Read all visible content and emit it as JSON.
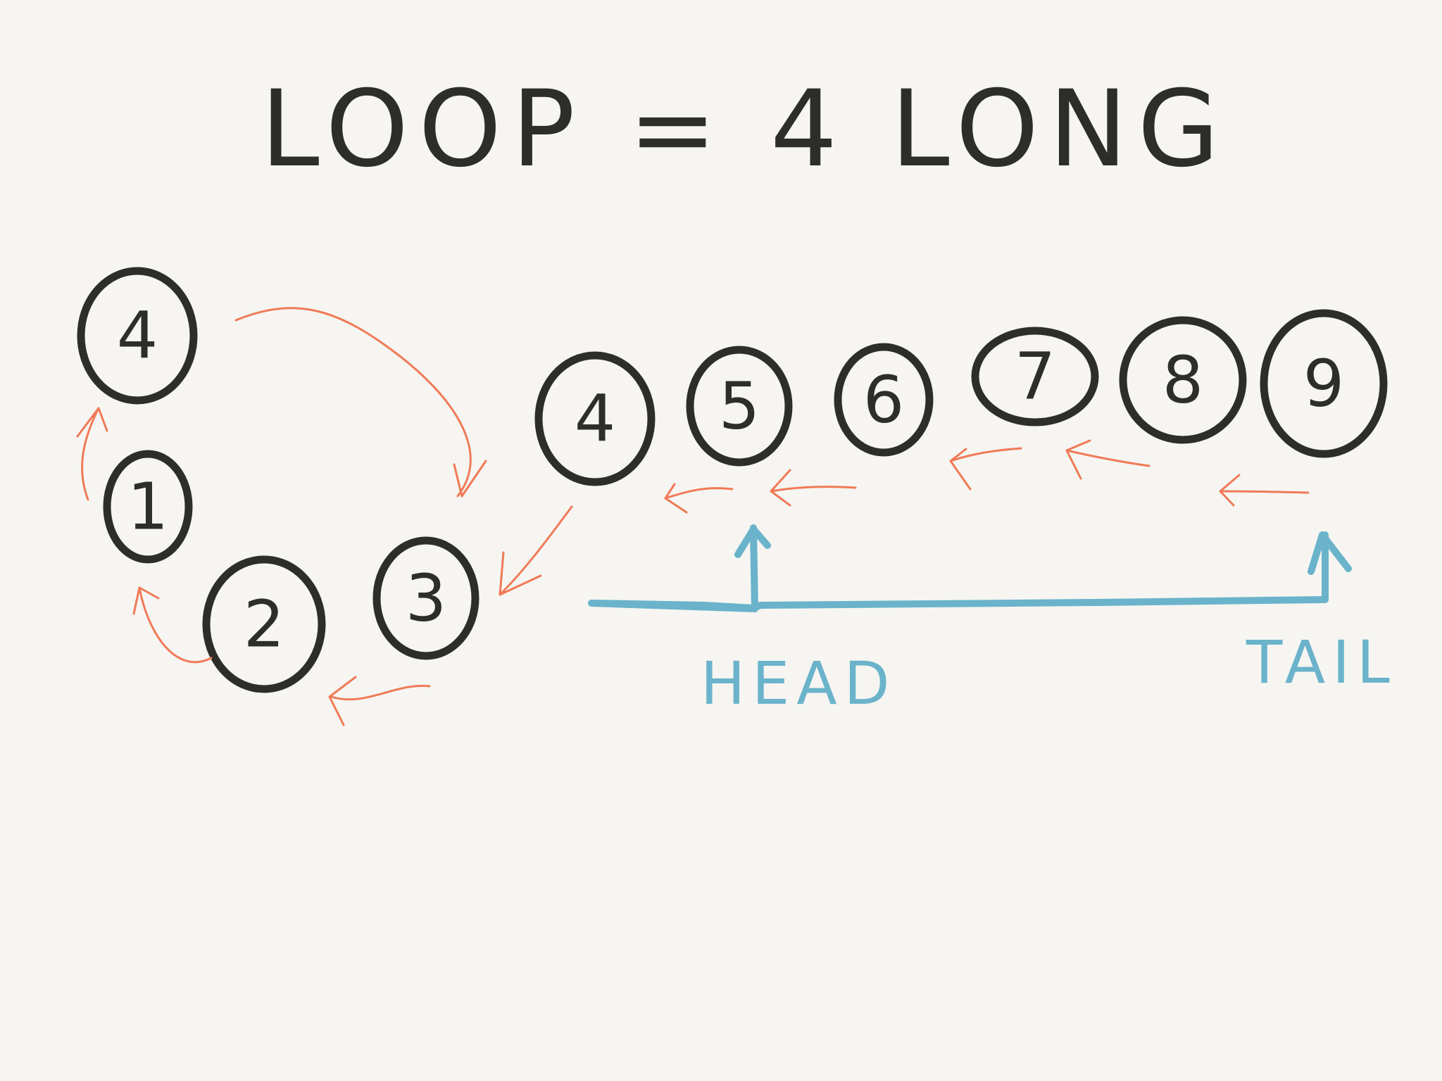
{
  "title": "LOOP = 4 LONG",
  "loop_nodes": [
    {
      "id": "loop-node-1",
      "label": "4"
    },
    {
      "id": "loop-node-2",
      "label": "1"
    },
    {
      "id": "loop-node-3",
      "label": "2"
    },
    {
      "id": "loop-node-4",
      "label": "3"
    }
  ],
  "chain_nodes": [
    {
      "id": "chain-node-4",
      "label": "4"
    },
    {
      "id": "chain-node-5",
      "label": "5"
    },
    {
      "id": "chain-node-6",
      "label": "6"
    },
    {
      "id": "chain-node-7",
      "label": "7"
    },
    {
      "id": "chain-node-8",
      "label": "8"
    },
    {
      "id": "chain-node-9",
      "label": "9"
    }
  ],
  "pointer_labels": {
    "head": "HEAD",
    "tail": "TAIL"
  },
  "colors": {
    "ink": "#2d2d2a",
    "arrow": "#f07a57",
    "pointer": "#6ab3cb",
    "background": "#f6f5f1"
  }
}
